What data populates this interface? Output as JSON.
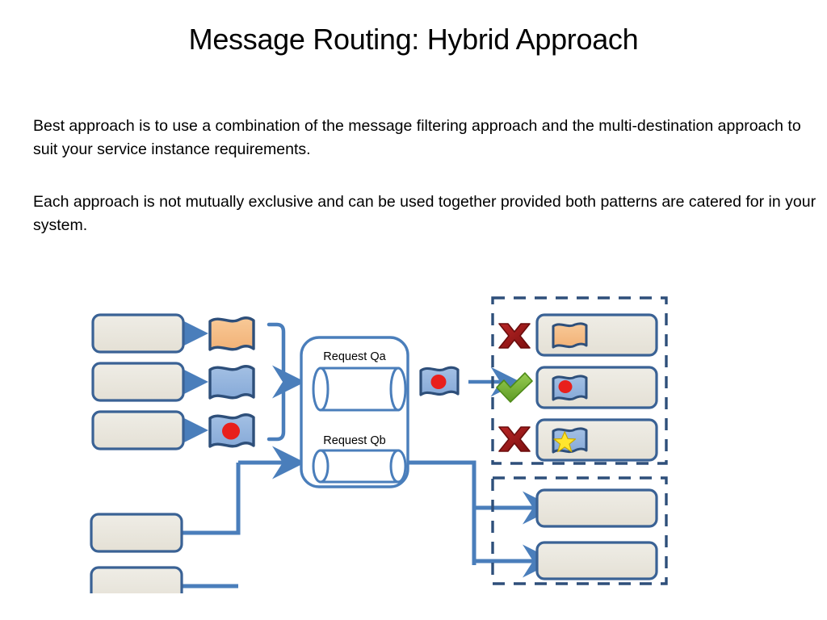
{
  "slide": {
    "title": "Message Routing: Hybrid Approach",
    "paragraphs": [
      "Best approach is to use a combination of the message filtering approach and the multi-destination approach to suit your service instance requirements.",
      "Each approach is not mutually exclusive and can be used together provided both patterns are catered for in your system."
    ]
  },
  "diagram": {
    "queue_container": {
      "queues": [
        {
          "label": "Request Qa"
        },
        {
          "label": "Request Qb"
        }
      ]
    },
    "source_boxes_top": [
      {
        "label": ""
      },
      {
        "label": ""
      },
      {
        "label": ""
      }
    ],
    "source_flags": [
      {
        "name": "flag-plain-orange",
        "color": "#F5BC84",
        "marker": "none"
      },
      {
        "name": "flag-plain-blue",
        "color": "#92B4DE",
        "marker": "none"
      },
      {
        "name": "flag-blue-red-dot",
        "color": "#92B4DE",
        "marker": "red-dot"
      }
    ],
    "source_boxes_bottom": [
      {
        "label": ""
      },
      {
        "label": ""
      }
    ],
    "routed_flag": {
      "name": "flag-blue-red-dot",
      "color": "#92B4DE",
      "marker": "red-dot"
    },
    "filter_group": {
      "rows": [
        {
          "status": "reject",
          "flag": "flag-plain-orange",
          "flag_color": "#F5BC84",
          "marker": "none",
          "label": ""
        },
        {
          "status": "accept",
          "flag": "flag-blue-red-dot",
          "flag_color": "#92B4DE",
          "marker": "red-dot",
          "label": ""
        },
        {
          "status": "reject",
          "flag": "flag-blue-star",
          "flag_color": "#92B4DE",
          "marker": "yellow-star",
          "label": ""
        }
      ]
    },
    "destination_group": {
      "boxes": [
        {
          "label": ""
        },
        {
          "label": ""
        }
      ]
    },
    "colors": {
      "box_fill": "#EAE7DE",
      "box_border": "#3A6295",
      "connector": "#4A7EBB",
      "flag_outline": "#2E4F7A",
      "flag_orange": "#F5BC84",
      "flag_blue": "#92B4DE",
      "red_dot": "#E8201C",
      "yellow_star": "#FFE62E",
      "reject_x": "#9E1B1B",
      "accept_check": "#76B73B",
      "dashed_border": "#2E4F7A",
      "queue_fill": "#FFFFFF"
    }
  }
}
